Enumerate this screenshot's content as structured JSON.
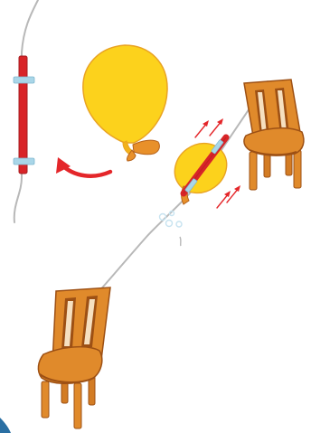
{
  "illustration": {
    "colors": {
      "balloon_fill": "#fcd21c",
      "balloon_stroke": "#e9a323",
      "balloon_knot": "#e8902a",
      "straw": "#d82428",
      "straw_dark": "#a51c20",
      "tape": "#a9d6e8",
      "string": "#b8b8b8",
      "chair_fill": "#e08a2b",
      "chair_dark": "#9d5014",
      "chair_slot": "#f6e0c0",
      "arrow": "#e4262a",
      "air_puff": "#c7e3f0",
      "corner": "#2a6fa3"
    },
    "icons": [
      "string-line",
      "straw-on-string",
      "tape-strip",
      "balloon-inflated",
      "attach-arrow",
      "rocket-balloon",
      "motion-arrows",
      "air-puffs",
      "chair"
    ]
  }
}
